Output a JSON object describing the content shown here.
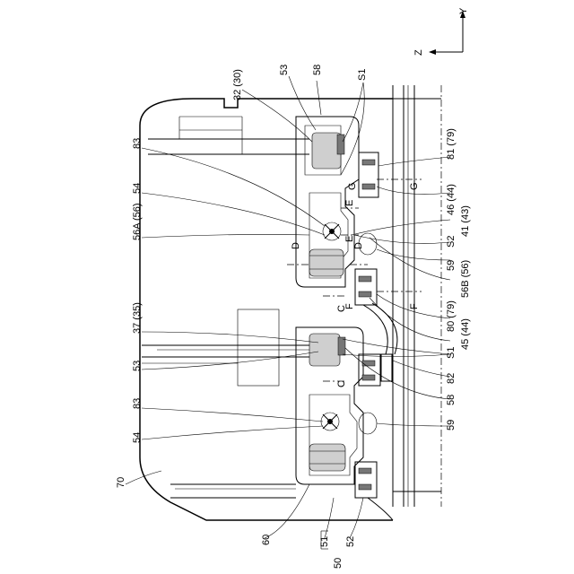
{
  "axes": {
    "y_axis": "Y",
    "z_axis": "Z"
  },
  "labels": {
    "l53_top": "53",
    "l58_top": "58",
    "l32": "32 (30)",
    "l_s1_top": "S1",
    "l83_top": "83",
    "l54_top": "54",
    "l56a": "56A (56)",
    "l81": "81 (79)",
    "l46": "46 (44)",
    "l41": "41 (43)",
    "l_s2": "S2",
    "l59_top": "59",
    "l56b": "56B (56)",
    "l80": "80 (79)",
    "l45": "45 (44)",
    "l37": "37 (35)",
    "l53_bot": "53",
    "l_s1_bot": "S1",
    "l82": "82",
    "l58_bot": "58",
    "l83_bot": "83",
    "l54_bot": "54",
    "l59_bot": "59",
    "l70": "70",
    "l60": "60",
    "l51": "51",
    "l52": "52",
    "l50": "50"
  },
  "section_marks": {
    "c": "C",
    "d": "D",
    "e": "E",
    "f": "F",
    "g": "G"
  }
}
